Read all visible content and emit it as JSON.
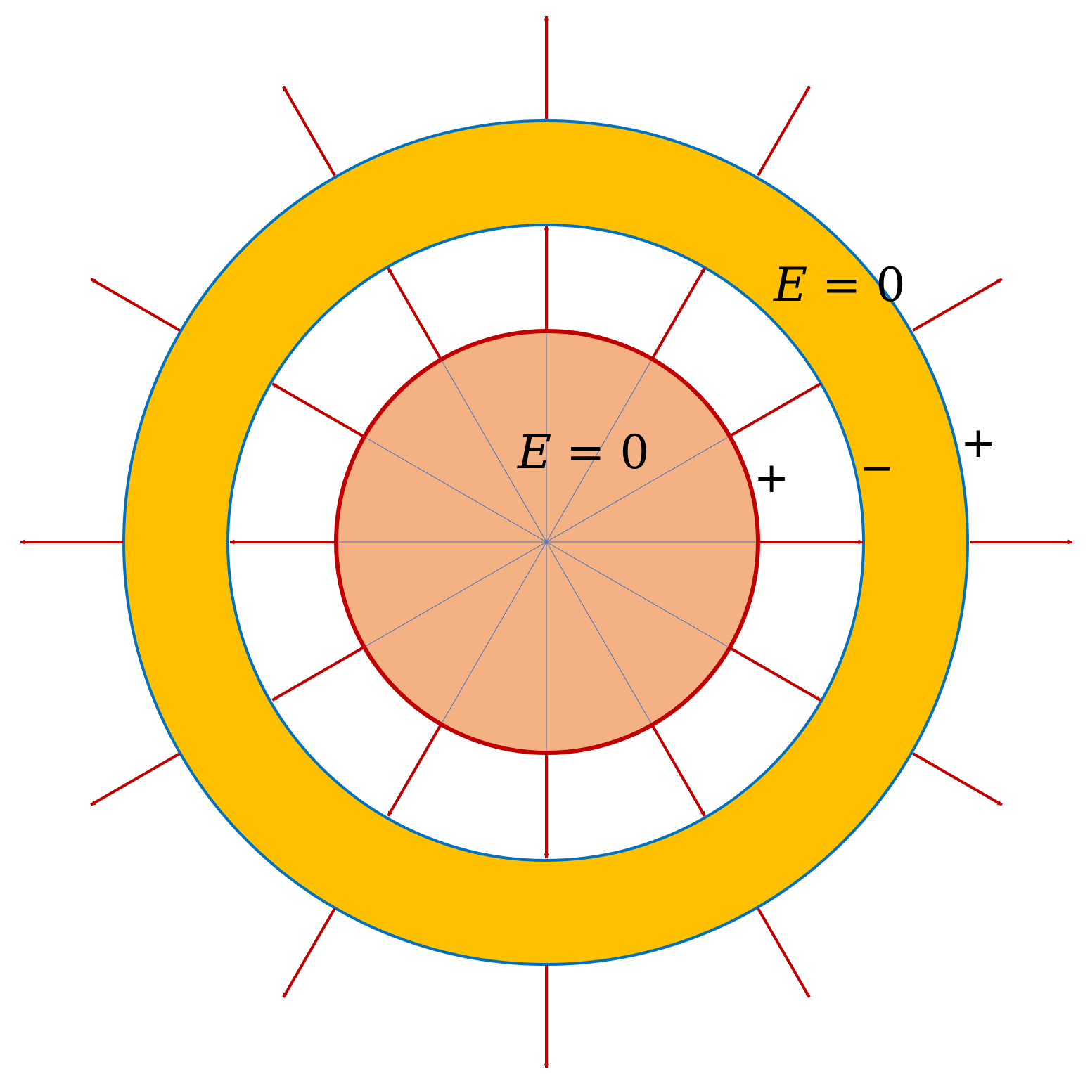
{
  "colors": {
    "shell_fill": "#FFC000",
    "shell_edge": "#0070C0",
    "core_fill": "#F4B183",
    "core_edge": "#C00000",
    "field_arrow": "#C00000",
    "radial_line": "#4472C4"
  },
  "labels": {
    "inside_core_var": "E",
    "inside_core_rest": " = 0",
    "inside_shell_var": "E",
    "inside_shell_rest": " = 0",
    "core_surface_charge": "+",
    "shell_inner_charge": "−",
    "shell_outer_charge": "+"
  },
  "field": {
    "inner_arrow_count": 12,
    "outer_arrow_count": 12
  }
}
